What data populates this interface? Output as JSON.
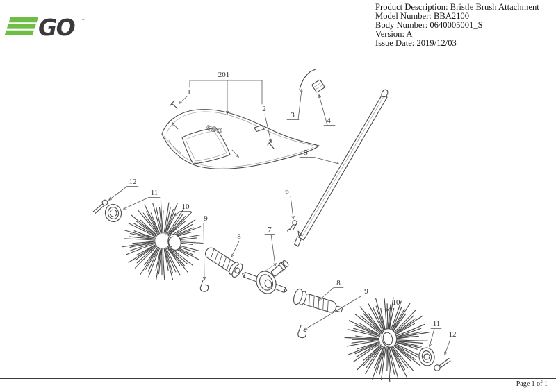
{
  "logo": {
    "go": "GO",
    "tm": "™",
    "green_color": "#6ebe45",
    "dark_color": "#3a3a3d"
  },
  "header": {
    "product_description": "Product Description: Bristle Brush Attachment",
    "model_number": "Model Number: BBA2100",
    "body_number": "Body Number: 0640005001_S",
    "version": "Version: A",
    "issue_date": "Issue Date: 2019/12/03"
  },
  "diagram": {
    "embossed_logo": "EGO",
    "line_color": "#4a4a4a",
    "callouts": {
      "c201": "201",
      "c1": "1",
      "c2": "2",
      "c3": "3",
      "c4": "4",
      "c5": "5",
      "c6": "6",
      "c7": "7",
      "c8_left": "8",
      "c9_left": "9",
      "c10_left": "10",
      "c11_left": "11",
      "c12_left": "12",
      "c8_right": "8",
      "c9_right": "9",
      "c10_right": "10",
      "c11_right": "11",
      "c12_right": "12"
    }
  },
  "footer": {
    "page_label": "Page 1 of 1"
  }
}
